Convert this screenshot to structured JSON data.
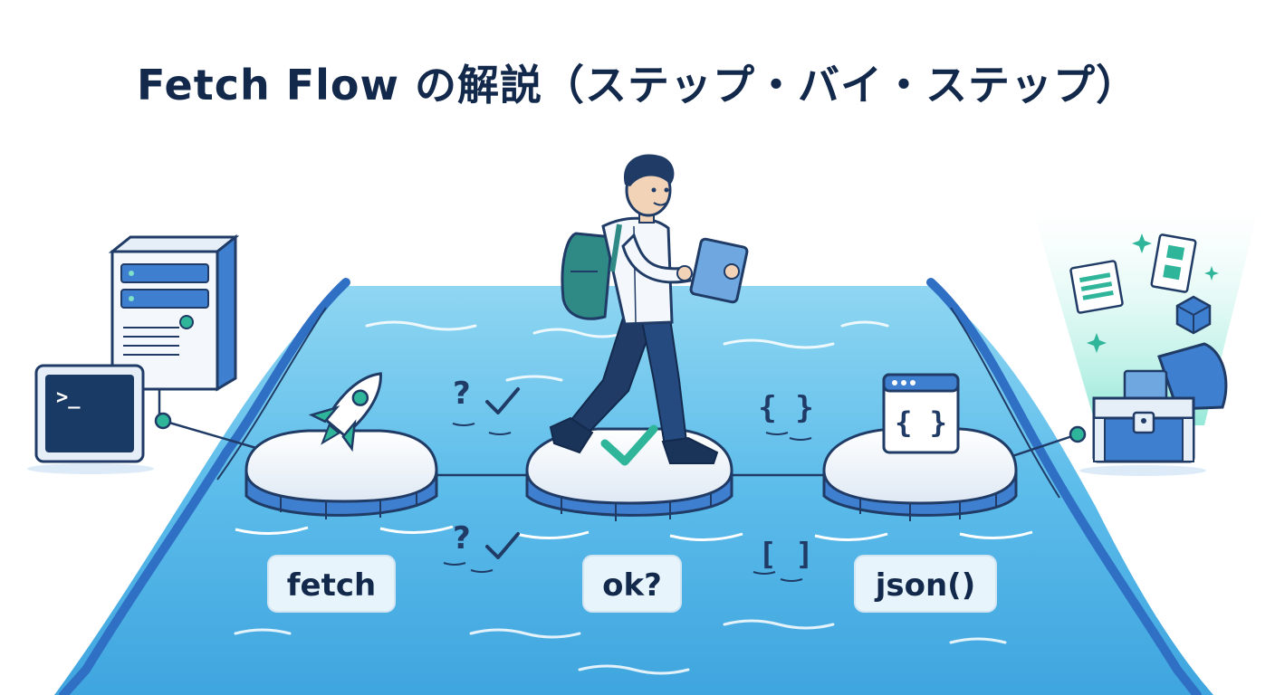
{
  "title": "Fetch Flow の解説（ステップ・バイ・ステップ）",
  "terminal": {
    "prompt": ">_"
  },
  "steps": [
    {
      "label": "fetch"
    },
    {
      "label": "ok?"
    },
    {
      "label": "json()"
    }
  ],
  "floating_symbols": {
    "q_top": "?",
    "q_bottom": "?",
    "braces": "{ }",
    "brackets": "[ ]",
    "json_window_braces": "{ }"
  },
  "colors": {
    "title": "#13294b",
    "outline": "#1f3b66",
    "water": "#56b8e6",
    "river_bank": "#3f7fd0",
    "accent_green": "#2fb59a"
  }
}
